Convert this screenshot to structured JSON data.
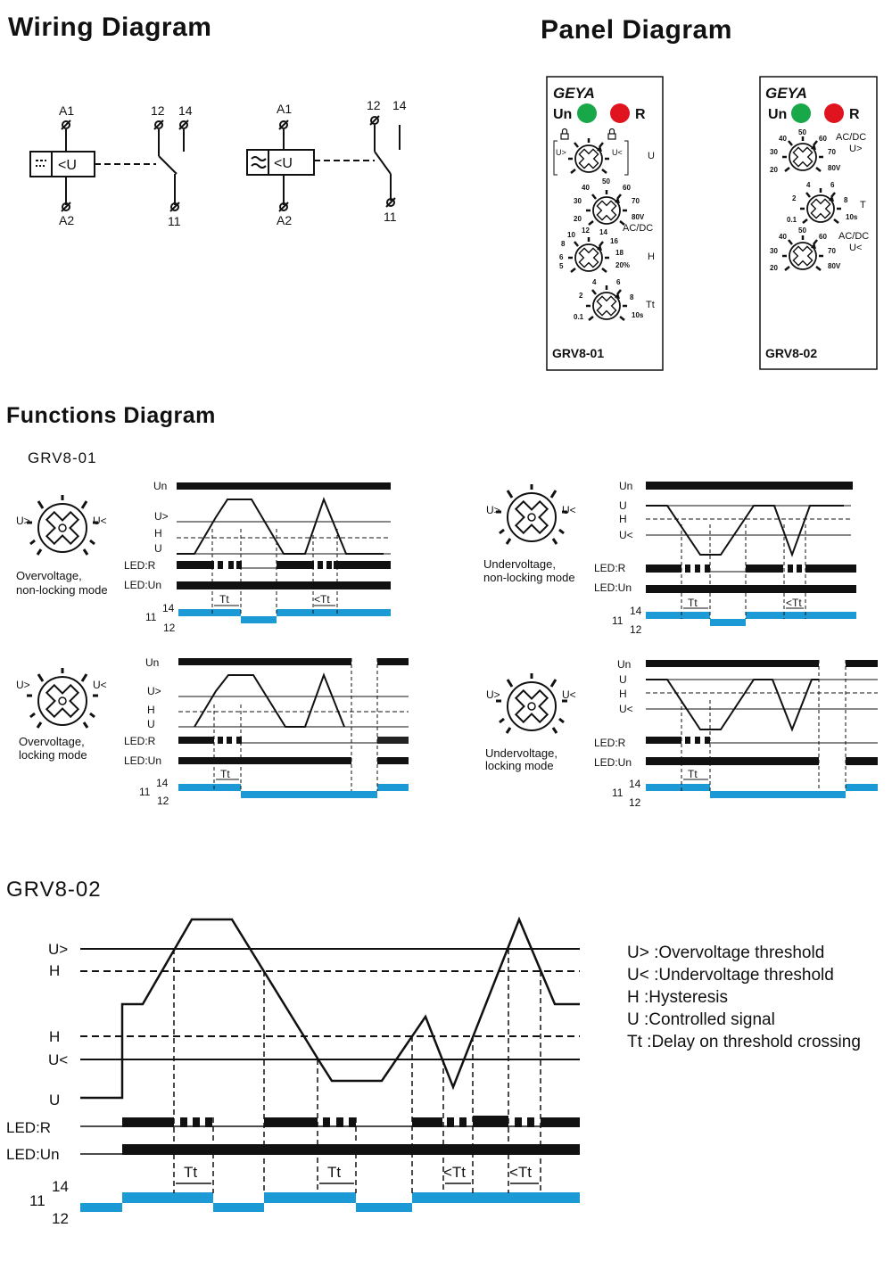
{
  "titles": {
    "wiring": "Wiring Diagram",
    "panel": "Panel Diagram",
    "functions": "Functions Diagram"
  },
  "wiring": {
    "terminals": {
      "a1": "A1",
      "a2": "A2",
      "t12": "12",
      "t14": "14",
      "t11": "11"
    },
    "coil_label": "<U"
  },
  "panel": {
    "brand": "GEYA",
    "led_un": "Un",
    "led_r": "R",
    "colors": {
      "green": "#18a84a",
      "red": "#e0141e",
      "blue": "#1b9ad6"
    },
    "grv801": {
      "model": "GRV8-01",
      "labels": {
        "u": "U",
        "h": "H",
        "tt": "Tt",
        "acdc": "AC/DC",
        "ugt": "U>",
        "ult": "U<"
      },
      "dial_u": [
        "40",
        "50",
        "60",
        "70",
        "80V",
        "30",
        "20"
      ],
      "dial_h": [
        "10",
        "12",
        "14",
        "16",
        "18",
        "20%",
        "8",
        "6",
        "5"
      ],
      "dial_t": [
        "4",
        "6",
        "8",
        "10s",
        "2",
        "0.1"
      ]
    },
    "grv802": {
      "model": "GRV8-02",
      "labels": {
        "acdc": "AC/DC",
        "ugt": "U>",
        "ult": "U<",
        "t": "T"
      },
      "dial_u1": [
        "40",
        "50",
        "60",
        "70",
        "80V",
        "30",
        "20"
      ],
      "dial_t": [
        "4",
        "6",
        "8",
        "10s",
        "2",
        "0.1"
      ],
      "dial_u2": [
        "40",
        "50",
        "60",
        "70",
        "80V",
        "30",
        "20"
      ]
    }
  },
  "functions": {
    "grv801_label": "GRV8-01",
    "grv802_label": "GRV8-02",
    "modes": {
      "ov_nonlock": [
        "Overvoltage,",
        "non-locking mode"
      ],
      "uv_nonlock": [
        "Undervoltage,",
        "non-locking mode"
      ],
      "ov_lock": [
        "Overvoltage,",
        "locking mode"
      ],
      "uv_lock": [
        "Undervoltage,",
        "locking mode"
      ]
    },
    "signals": {
      "un": "Un",
      "ugt": "U>",
      "ult": "U<",
      "h": "H",
      "u": "U",
      "led_r": "LED:R",
      "led_un": "LED:Un",
      "t11": "11",
      "t12": "12",
      "t14": "14",
      "tt": "Tt",
      "lt_tt": "<Tt"
    }
  },
  "legend": [
    "U> :Overvoltage threshold",
    "U< :Undervoltage threshold",
    "H  :Hysteresis",
    "U  :Controlled signal",
    "Tt :Delay on threshold crossing"
  ]
}
